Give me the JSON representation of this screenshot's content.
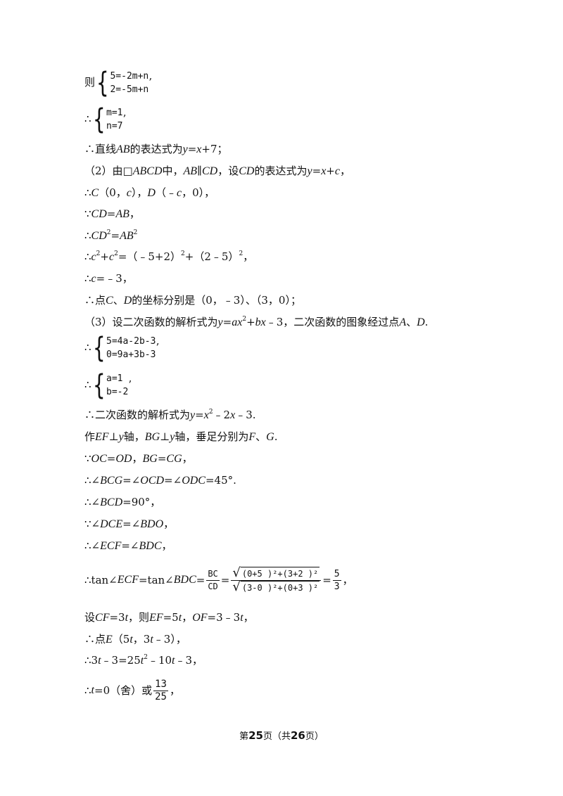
{
  "lines": {
    "l1_prefix": "则",
    "l1_row1": "5=-2m+n",
    "l1_row2": "2=-5m+n",
    "l1_suffix": "’",
    "l2_prefix": "∴",
    "l2_row1": "m=1",
    "l2_row2": "n=7",
    "l2_suffix": "’",
    "l3_a": "∴直线",
    "l3_b": "AB",
    "l3_c": "的表达式为",
    "l3_d": "y",
    "l3_e": "=",
    "l3_f": "x",
    "l3_g": "+7；",
    "l4_a": "（2）由□",
    "l4_b": "ABCD",
    "l4_c": "中，",
    "l4_d": "AB",
    "l4_e": "∥",
    "l4_f": "CD",
    "l4_g": "，设",
    "l4_h": "CD",
    "l4_i": "的表达式为",
    "l4_j": "y",
    "l4_k": "=",
    "l4_l": "x",
    "l4_m": "+",
    "l4_n": "c",
    "l4_o": "，",
    "l5_a": "∴",
    "l5_b": "C",
    "l5_c": "（0，",
    "l5_d": "c",
    "l5_e": "），",
    "l5_f": "D",
    "l5_g": "（﹣",
    "l5_h": "c",
    "l5_i": "，0），",
    "l6_a": "∵",
    "l6_b": "CD",
    "l6_c": "=",
    "l6_d": "AB",
    "l6_e": "，",
    "l7_a": "∴",
    "l7_b": "CD",
    "l7_sup1": "2",
    "l7_c": "=",
    "l7_d": "AB",
    "l7_sup2": "2",
    "l8_a": "∴",
    "l8_b": "c",
    "l8_sup1": "2",
    "l8_c": "+",
    "l8_d": "c",
    "l8_sup2": "2",
    "l8_e": "=（﹣5+2）",
    "l8_sup3": "2",
    "l8_f": "+（2﹣5）",
    "l8_sup4": "2",
    "l8_g": "，",
    "l9_a": "∴",
    "l9_b": "c",
    "l9_c": "=﹣3，",
    "l10_a": "∴点",
    "l10_b": "C",
    "l10_c": "、",
    "l10_d": "D",
    "l10_e": "的坐标分别是（0，﹣3）、（3，0）；",
    "l11_a": "（3）设二次函数的解析式为",
    "l11_b": "y",
    "l11_c": "=",
    "l11_d": "ax",
    "l11_sup": "2",
    "l11_e": "+",
    "l11_f": "bx",
    "l11_g": "﹣3，二次函数的图象经过点",
    "l11_h": "A",
    "l11_i": "、",
    "l11_j": "D",
    "l11_k": ".",
    "l12_prefix": "∴",
    "l12_row1": "5=4a-2b-3",
    "l12_row2": "0=9a+3b-3",
    "l12_suffix": "’",
    "l13_prefix": "∴",
    "l13_row1": "a=1",
    "l13_row2": "b=-2",
    "l13_suffix": "’",
    "l14_a": "∴二次函数的解析式为",
    "l14_b": "y",
    "l14_c": "=",
    "l14_d": "x",
    "l14_sup": "2",
    "l14_e": "﹣2",
    "l14_f": "x",
    "l14_g": "﹣3.",
    "l15_a": "作",
    "l15_b": "EF",
    "l15_c": "⊥",
    "l15_d": "y",
    "l15_e": "轴，",
    "l15_f": "BG",
    "l15_g": "⊥",
    "l15_h": "y",
    "l15_i": "轴，垂足分别为",
    "l15_j": "F",
    "l15_k": "、",
    "l15_l": "G",
    "l15_m": ".",
    "l16_a": "∵",
    "l16_b": "OC",
    "l16_c": "=",
    "l16_d": "OD",
    "l16_e": "，",
    "l16_f": "BG",
    "l16_g": "=",
    "l16_h": "CG",
    "l16_i": "，",
    "l17_a": "∴∠",
    "l17_b": "BCG",
    "l17_c": "=∠",
    "l17_d": "OCD",
    "l17_e": "=∠",
    "l17_f": "ODC",
    "l17_g": "=45°.",
    "l18_a": "∴∠",
    "l18_b": "BCD",
    "l18_c": "=90°，",
    "l19_a": "∵∠",
    "l19_b": "DCE",
    "l19_c": "=∠",
    "l19_d": "BDO",
    "l19_e": "，",
    "l20_a": "∴∠",
    "l20_b": "ECF",
    "l20_c": "=∠",
    "l20_d": "BDC",
    "l20_e": "，",
    "l21_a": "∴tan∠",
    "l21_b": "ECF",
    "l21_c": "=tan∠",
    "l21_d": "BDC",
    "l21_e": "=",
    "l21_f1_num": "BC",
    "l21_f1_den": "CD",
    "l21_eq2": "=",
    "l21_f2_num": "(0+5 )²+(3+2 )²",
    "l21_f2_den": "(3-0 )²+(0+3 )²",
    "l21_eq3": "=",
    "l21_f3_num": "5",
    "l21_f3_den": "3",
    "l21_end": "，",
    "l22_a": "设",
    "l22_b": "CF",
    "l22_c": "=3",
    "l22_d": "t",
    "l22_e": "，则",
    "l22_f": "EF",
    "l22_g": "=5",
    "l22_h": "t",
    "l22_i": "，",
    "l22_j": "OF",
    "l22_k": "=3﹣3",
    "l22_l": "t",
    "l22_m": "，",
    "l23_a": "∴点",
    "l23_b": "E",
    "l23_c": "（5",
    "l23_d": "t",
    "l23_e": "，3",
    "l23_f": "t",
    "l23_g": "﹣3），",
    "l24_a": "∴3",
    "l24_b": "t",
    "l24_c": "﹣3=25",
    "l24_d": "t",
    "l24_sup": "2",
    "l24_e": "﹣10",
    "l24_f": "t",
    "l24_g": "﹣3，",
    "l25_a": "∴",
    "l25_b": "t",
    "l25_c": "=0（舍）或",
    "l25_num": "13",
    "l25_den": "25",
    "l25_d": "，"
  },
  "footer": {
    "pre": "第",
    "page": "25",
    "mid": "页（共",
    "total": "26",
    "post": "页）"
  }
}
